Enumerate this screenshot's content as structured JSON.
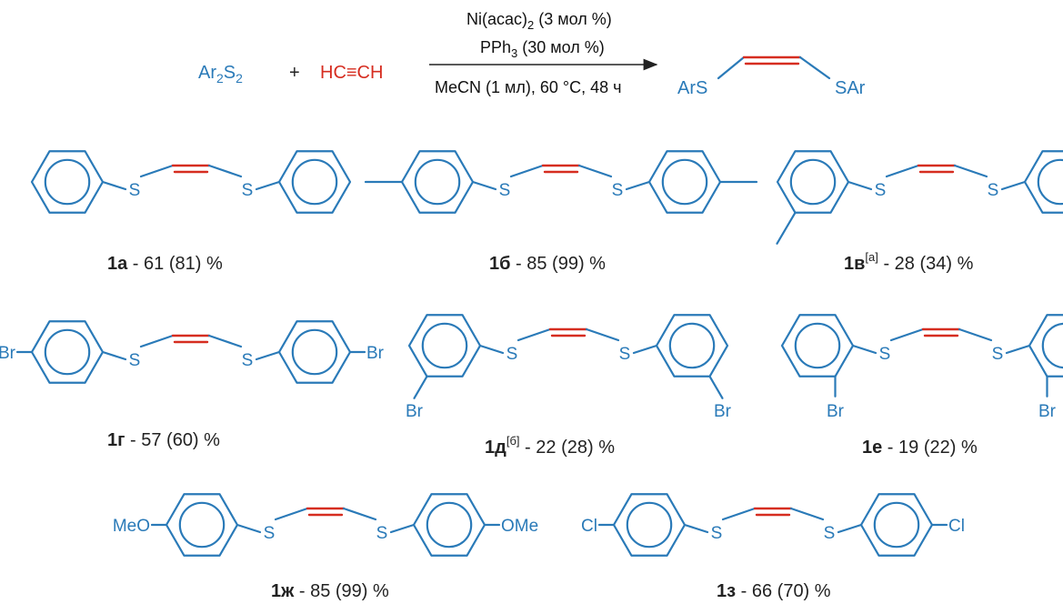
{
  "colors": {
    "structure": "#2a7ab8",
    "alkyne": "#d62d20",
    "text": "#222222"
  },
  "reaction": {
    "reactant_ar": "Ar",
    "reactant_sub2": "2",
    "reactant_s": "S",
    "plus": "+",
    "alkyne": "HC≡CH",
    "cond_line1_main": "Ni(acac)",
    "cond_line1_sub": "2",
    "cond_line1_rest": " (3 мол %)",
    "cond_line2_main": "PPh",
    "cond_line2_sub": "3",
    "cond_line2_rest": " (30 мол %)",
    "cond_line3": "MeCN (1 мл),  60 °C, 48 ч",
    "product_left": "ArS",
    "product_right": "SAr"
  },
  "compounds": [
    {
      "id": "1а",
      "sup": "",
      "yield": " - 61 (81) %",
      "substituent": ""
    },
    {
      "id": "1б",
      "sup": "",
      "yield": " - 85 (99) %",
      "substituent": ""
    },
    {
      "id": "1в",
      "sup": "[a]",
      "yield": " - 28 (34) %",
      "substituent": ""
    },
    {
      "id": "1г",
      "sup": "",
      "yield": " - 57 (60) %",
      "substituent": "Br"
    },
    {
      "id": "1д",
      "sup": "[б]",
      "yield": " - 22 (28) %",
      "substituent": "Br"
    },
    {
      "id": "1е",
      "sup": "",
      "yield": " - 19 (22) %",
      "substituent": "Br"
    },
    {
      "id": "1ж",
      "sup": "",
      "yield": " - 85 (99) %",
      "substituent_left": "MeO",
      "substituent_right": "OMe"
    },
    {
      "id": "1з",
      "sup": "",
      "yield": " - 66 (70) %",
      "substituent": "Cl"
    }
  ],
  "atom_s": "S"
}
